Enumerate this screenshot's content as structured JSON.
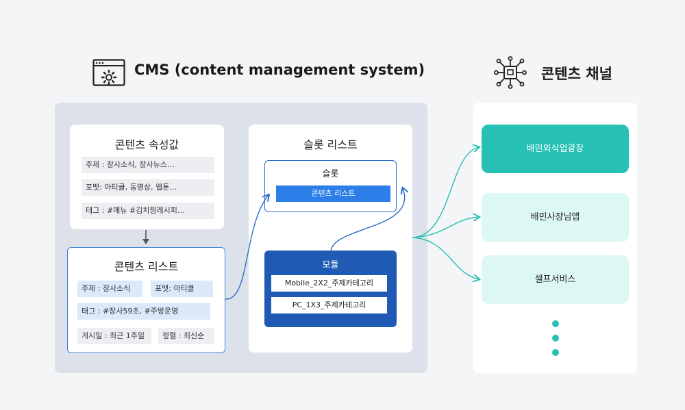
{
  "header": {
    "cms_title": "CMS (content management system)",
    "channel_title": "콘텐츠 채널"
  },
  "attributes_card": {
    "title": "콘텐츠 속성값",
    "rows": [
      "주제 : 장사소식, 장사뉴스…",
      "포맷: 아티클, 동영상, 웹툰…",
      "태그 : #메뉴 #김치찜레시피…"
    ]
  },
  "content_list_card": {
    "title": "콘텐츠 리스트",
    "topic": "주제 : 장사소식",
    "format": "포맷: 아티클",
    "tags": "태그 : #장사59초, #주방운영",
    "period": "게시일 : 최근 1주일",
    "sort": "정렬 : 최신순"
  },
  "slot_list_card": {
    "title": "슬롯 리스트",
    "slot": {
      "title": "슬롯",
      "item": "콘텐츠 리스트"
    },
    "module": {
      "title": "모듈",
      "items": [
        "Mobile_2X2_주제카테고리",
        "PC_1X3_주제카테고리"
      ]
    }
  },
  "channels": {
    "items": [
      "배민외식업광장",
      "배민사장님앱",
      "셀프서비스"
    ],
    "accent": "#26c0b5",
    "light": "#dcf7f4"
  },
  "icons": [
    "browser-settings-icon",
    "network-box-icon",
    "down-arrow-icon",
    "more-dots-icon"
  ],
  "colors": {
    "primary_blue": "#2c7ee8",
    "dark_blue": "#1f5bb5",
    "panel_gray": "#dde2ea"
  }
}
